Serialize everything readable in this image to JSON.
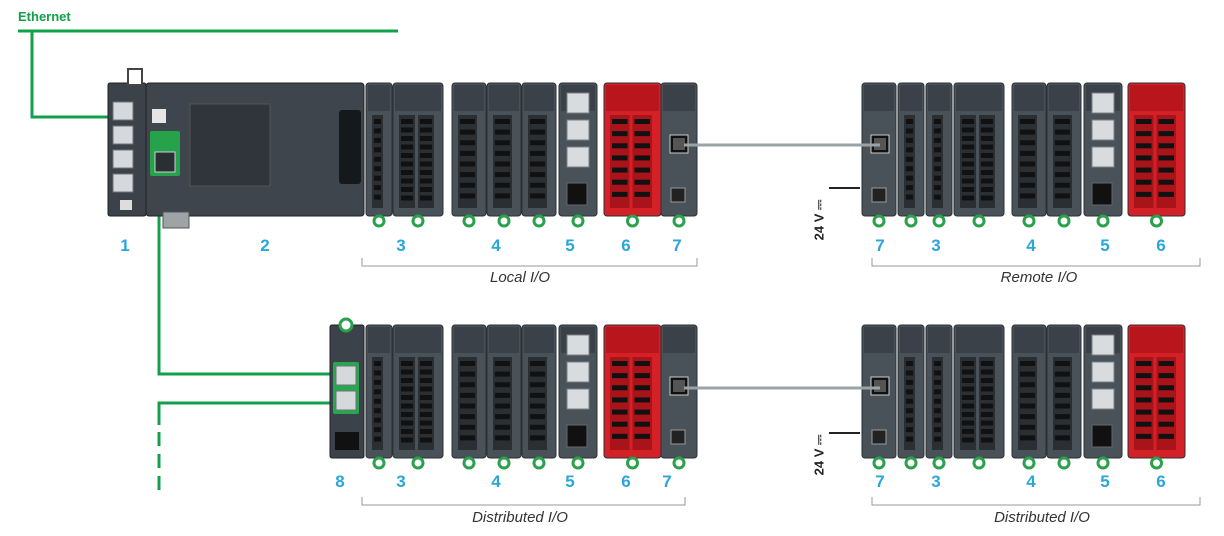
{
  "network": {
    "label": "Ethernet",
    "cable_color": "#13a04a",
    "link_color": "#9aa3a8"
  },
  "colors": {
    "module_dark": "#3b4249",
    "module_face": "#4a5259",
    "safety_red": "#d42027",
    "number_blue": "#2aa6d8",
    "bracket_gray": "#999999"
  },
  "racks": {
    "local": {
      "numbers": [
        "1",
        "2",
        "3",
        "4",
        "5",
        "6",
        "7"
      ],
      "label": "Local I/O"
    },
    "remote": {
      "numbers": [
        "7",
        "3",
        "4",
        "5",
        "6"
      ],
      "label": "Remote I/O",
      "supply": "24 V ⎓"
    },
    "distributed_left": {
      "numbers": [
        "8",
        "3",
        "4",
        "5",
        "6",
        "7"
      ],
      "label": "Distributed I/O"
    },
    "distributed_right": {
      "numbers": [
        "7",
        "3",
        "4",
        "5",
        "6"
      ],
      "label": "Distributed I/O",
      "supply": "24 V ⎓"
    }
  }
}
